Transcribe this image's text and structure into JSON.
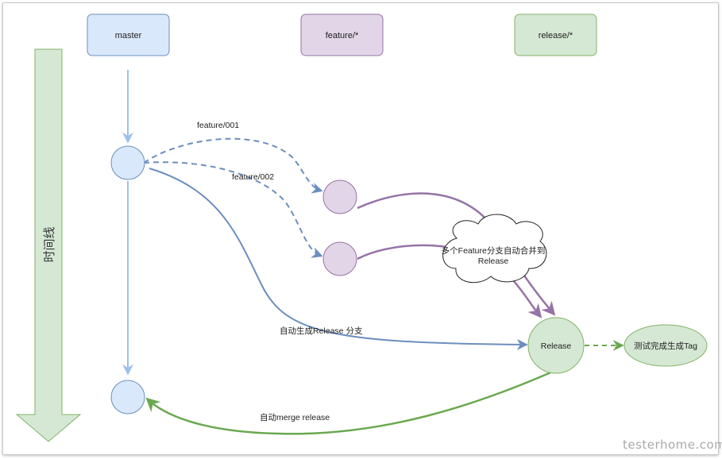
{
  "headers": {
    "master": "master",
    "feature": "feature/*",
    "release": "release/*"
  },
  "timeline_label": "时间线",
  "edge_labels": {
    "feature_001": "feature/001",
    "feature_002": "feature/002",
    "auto_release_branch": "自动生成Release 分支",
    "auto_merge_release": "自动merge release"
  },
  "cloud_label": {
    "line1": "多个Feature分支自动合并到",
    "line2": "Release"
  },
  "nodes": {
    "release": "Release",
    "test_tag": "测试完成生成Tag"
  },
  "watermark": "testerhome.com",
  "colors": {
    "blue_fill": "#dae8fc",
    "blue_stroke": "#6c8ebf",
    "purple_fill": "#e1d5e7",
    "purple_stroke": "#9673a6",
    "green_fill": "#d5e8d4",
    "green_stroke": "#82b366"
  }
}
